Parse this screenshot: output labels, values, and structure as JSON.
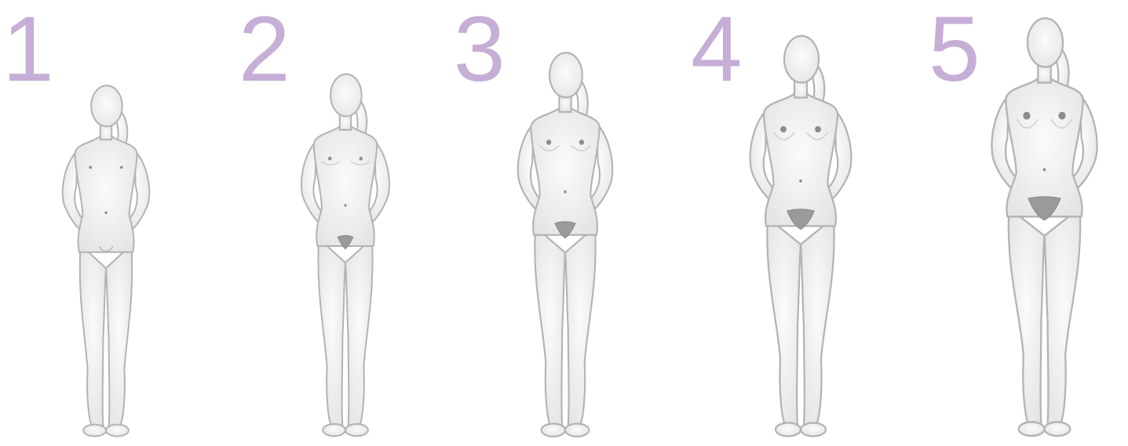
{
  "stages": [
    {
      "number": "1",
      "breast_level": 0.0,
      "hair_level": 0.0
    },
    {
      "number": "2",
      "breast_level": 0.2,
      "hair_level": 0.35
    },
    {
      "number": "3",
      "breast_level": 0.5,
      "hair_level": 0.55
    },
    {
      "number": "4",
      "breast_level": 0.75,
      "hair_level": 0.8
    },
    {
      "number": "5",
      "breast_level": 1.0,
      "hair_level": 1.0
    }
  ],
  "colors": {
    "number": "#c6aed6",
    "body_fill": "#f2f2f2",
    "body_stroke": "#b3b3b3",
    "detail": "#8c8c8c",
    "background": "#ffffff"
  }
}
